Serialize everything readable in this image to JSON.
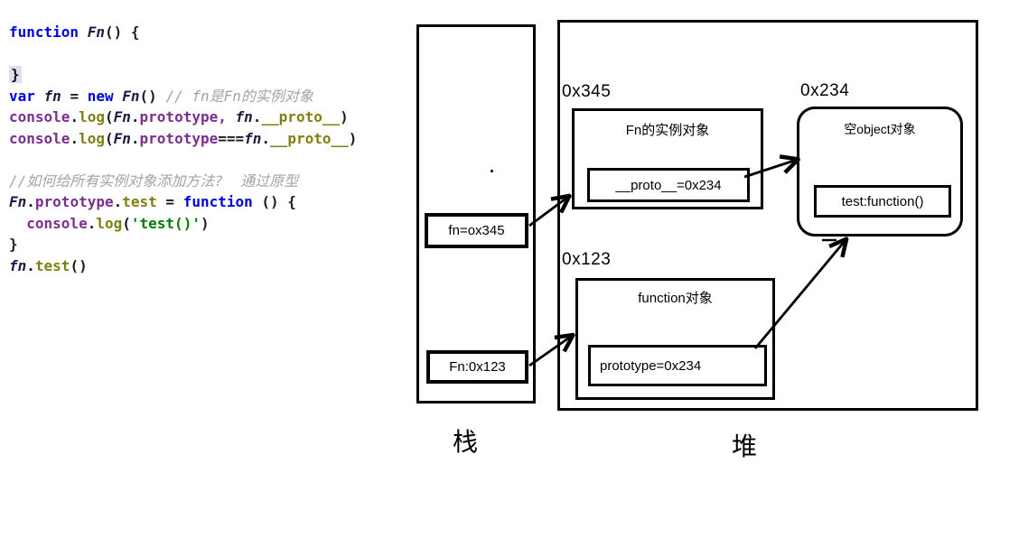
{
  "code": {
    "lines": [
      {
        "tokens": [
          {
            "t": "function",
            "c": "kw"
          },
          {
            "t": " ",
            "c": "pl"
          },
          {
            "t": "Fn",
            "c": "id"
          },
          {
            "t": "() {",
            "c": "pl"
          }
        ]
      },
      {
        "tokens": []
      },
      {
        "tokens": [
          {
            "t": "}",
            "c": "hl"
          }
        ]
      },
      {
        "tokens": [
          {
            "t": "var",
            "c": "kw"
          },
          {
            "t": " ",
            "c": "pl"
          },
          {
            "t": "fn",
            "c": "id"
          },
          {
            "t": " = ",
            "c": "pl"
          },
          {
            "t": "new",
            "c": "kw"
          },
          {
            "t": " ",
            "c": "pl"
          },
          {
            "t": "Fn",
            "c": "id"
          },
          {
            "t": "() ",
            "c": "pl"
          },
          {
            "t": "// fn是Fn的实例对象",
            "c": "cmt"
          }
        ]
      },
      {
        "tokens": [
          {
            "t": "console",
            "c": "obj"
          },
          {
            "t": ".",
            "c": "pl"
          },
          {
            "t": "log",
            "c": "fn"
          },
          {
            "t": "(",
            "c": "pl"
          },
          {
            "t": "Fn",
            "c": "id"
          },
          {
            "t": ".",
            "c": "pl"
          },
          {
            "t": "prototype",
            "c": "obj"
          },
          {
            "t": ", ",
            "c": "obj"
          },
          {
            "t": "fn",
            "c": "id"
          },
          {
            "t": ".",
            "c": "pl"
          },
          {
            "t": "__proto__",
            "c": "fn"
          },
          {
            "t": ")",
            "c": "pl"
          }
        ]
      },
      {
        "tokens": [
          {
            "t": "console",
            "c": "obj"
          },
          {
            "t": ".",
            "c": "pl"
          },
          {
            "t": "log",
            "c": "fn"
          },
          {
            "t": "(",
            "c": "pl"
          },
          {
            "t": "Fn",
            "c": "id"
          },
          {
            "t": ".",
            "c": "pl"
          },
          {
            "t": "prototype",
            "c": "obj"
          },
          {
            "t": "===",
            "c": "pl"
          },
          {
            "t": "fn",
            "c": "id"
          },
          {
            "t": ".",
            "c": "pl"
          },
          {
            "t": "__proto__",
            "c": "fn"
          },
          {
            "t": ")",
            "c": "pl"
          }
        ]
      },
      {
        "tokens": []
      },
      {
        "tokens": [
          {
            "t": "//如何给所有实例对象添加方法?  通过原型",
            "c": "cmt"
          }
        ]
      },
      {
        "tokens": [
          {
            "t": "Fn",
            "c": "id"
          },
          {
            "t": ".",
            "c": "pl"
          },
          {
            "t": "prototype",
            "c": "obj"
          },
          {
            "t": ".",
            "c": "pl"
          },
          {
            "t": "test",
            "c": "fn"
          },
          {
            "t": " = ",
            "c": "pl"
          },
          {
            "t": "function",
            "c": "kw"
          },
          {
            "t": " () {",
            "c": "pl"
          }
        ]
      },
      {
        "tokens": [
          {
            "t": "  ",
            "c": "pl"
          },
          {
            "t": "console",
            "c": "obj"
          },
          {
            "t": ".",
            "c": "pl"
          },
          {
            "t": "log",
            "c": "fn"
          },
          {
            "t": "(",
            "c": "pl"
          },
          {
            "t": "'test()'",
            "c": "str"
          },
          {
            "t": ")",
            "c": "pl"
          }
        ]
      },
      {
        "tokens": [
          {
            "t": "}",
            "c": "pl"
          }
        ]
      },
      {
        "tokens": [
          {
            "t": "fn",
            "c": "id"
          },
          {
            "t": ".",
            "c": "pl"
          },
          {
            "t": "test",
            "c": "fn"
          },
          {
            "t": "()",
            "c": "pl"
          }
        ]
      }
    ]
  },
  "stack": {
    "title": "栈",
    "vars": [
      {
        "label": "fn=ox345"
      },
      {
        "label": "Fn:0x123"
      }
    ]
  },
  "heap": {
    "title": "堆",
    "instance": {
      "addr": "0x345",
      "name": "Fn的实例对象",
      "prop": "__proto__=0x234"
    },
    "function_obj": {
      "addr": "0x123",
      "name": "function对象",
      "prop": "prototype=0x234"
    },
    "proto_obj": {
      "addr": "0x234",
      "name": "空object对象",
      "prop": "test:function()"
    }
  },
  "colors": {
    "keyword": "#0000e0",
    "object": "#7b2d90",
    "method": "#7f7f10",
    "string": "#007d00",
    "comment": "#a3a3a3",
    "stroke": "#000000",
    "brace_highlight_bg": "#dfdff2"
  }
}
